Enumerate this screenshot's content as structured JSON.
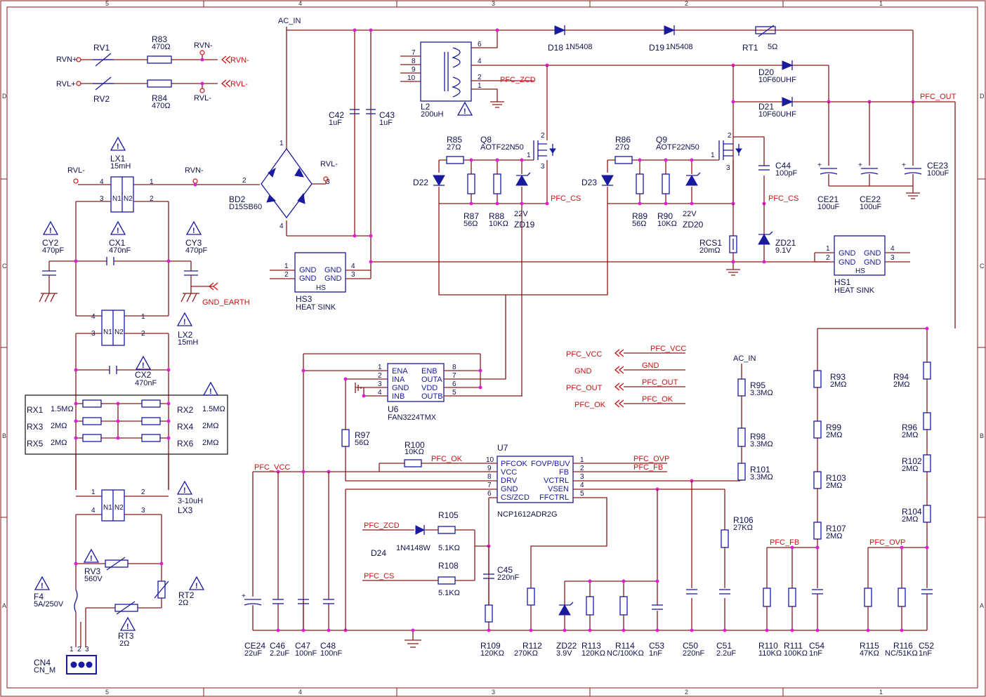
{
  "frame": {
    "col_labels": [
      "5",
      "4",
      "3",
      "2",
      "1"
    ],
    "row_labels": [
      "D",
      "C",
      "B",
      "A"
    ]
  },
  "nets": {
    "ac_in": "AC_IN",
    "ac_in2": "AC_IN",
    "rvn_plus": "RVN+",
    "rvl_plus": "RVL+",
    "rvn_minus_a": "RVN-",
    "rvl_minus_a": "RVL-",
    "rvn_minus_b": "RVN-",
    "rvl_minus_b": "RVL-",
    "rvl_minus_c": "RVL-",
    "rvn_minus_c": "RVN-",
    "rvl_minus_d": "RVL-",
    "gnd_earth": "GND_EARTH",
    "pfc_zcd": "PFC_ZCD",
    "pfc_cs_1": "PFC_CS",
    "pfc_cs_2": "PFC_CS",
    "pfc_out_1": "PFC_OUT",
    "pfc_vcc_l": "PFC_VCC",
    "pfc_vcc_r": "PFC_VCC",
    "gnd_l": "GND",
    "gnd_r": "GND",
    "pfc_out_l": "PFC_OUT",
    "pfc_out_r": "PFC_OUT",
    "pfc_ok_l": "PFC_OK",
    "pfc_ok_r": "PFC_OK",
    "pfc_vcc_bus": "PFC_VCC",
    "pfc_ok_u7": "PFC_OK",
    "pfc_ovp_u7": "PFC_OVP",
    "pfc_fb_u7": "PFC_FB",
    "pfc_zcd_2": "PFC_ZCD",
    "pfc_cs_3": "PFC_CS",
    "pfc_fb_r": "PFC_FB",
    "pfc_ovp_r": "PFC_OVP"
  },
  "parts": {
    "rv1": {
      "ref": "RV1"
    },
    "rv2": {
      "ref": "RV2"
    },
    "r83": {
      "ref": "R83",
      "val": "470Ω"
    },
    "r84": {
      "ref": "R84",
      "val": "470Ω"
    },
    "lx1": {
      "ref": "LX1",
      "val": "15mH"
    },
    "lx2": {
      "ref": "LX2",
      "val": "15mH"
    },
    "lx3": {
      "ref": "LX3",
      "val": "3-10uH"
    },
    "cy2": {
      "ref": "CY2",
      "val": "470pF"
    },
    "cy3": {
      "ref": "CY3",
      "val": "470pF"
    },
    "cx1": {
      "ref": "CX1",
      "val": "470nF"
    },
    "cx2": {
      "ref": "CX2",
      "val": "470nF"
    },
    "rx1": {
      "ref": "RX1",
      "val": "1.5MΩ"
    },
    "rx2": {
      "ref": "RX2",
      "val": "1.5MΩ"
    },
    "rx3": {
      "ref": "RX3",
      "val": "2MΩ"
    },
    "rx4": {
      "ref": "RX4",
      "val": "2MΩ"
    },
    "rx5": {
      "ref": "RX5",
      "val": "2MΩ"
    },
    "rx6": {
      "ref": "RX6",
      "val": "2MΩ"
    },
    "rv3": {
      "ref": "RV3",
      "val": "560V"
    },
    "rt2": {
      "ref": "RT2",
      "val": "2Ω"
    },
    "rt3": {
      "ref": "RT3",
      "val": "2Ω"
    },
    "f4": {
      "ref": "F4",
      "val": "5A/250V"
    },
    "cn4": {
      "ref": "CN4",
      "val": "CN_M"
    },
    "bd2": {
      "ref": "BD2",
      "val": "D15SB60"
    },
    "c42": {
      "ref": "C42",
      "val": "1uF"
    },
    "c43": {
      "ref": "C43",
      "val": "1uF"
    },
    "hs3": {
      "ref": "HS3",
      "val": "HEAT SINK",
      "pin": "GND",
      "tag": "HS"
    },
    "hs1": {
      "ref": "HS1",
      "val": "HEAT SINK",
      "pin": "GND",
      "tag": "HS"
    },
    "l2": {
      "ref": "L2",
      "val": "200uH"
    },
    "d18": {
      "ref": "D18",
      "val": "1N5408"
    },
    "d19": {
      "ref": "D19",
      "val": "1N5408"
    },
    "rt1": {
      "ref": "RT1",
      "val": "5Ω"
    },
    "d20": {
      "ref": "D20",
      "val": "10F60UHF"
    },
    "d21": {
      "ref": "D21",
      "val": "10F60UHF"
    },
    "r85": {
      "ref": "R85",
      "val": "27Ω"
    },
    "r86": {
      "ref": "R86",
      "val": "27Ω"
    },
    "q8": {
      "ref": "Q8",
      "val": "AOTF22N50"
    },
    "q9": {
      "ref": "Q9",
      "val": "AOTF22N50"
    },
    "d22": {
      "ref": "D22"
    },
    "d23": {
      "ref": "D23"
    },
    "r87": {
      "ref": "R87",
      "val": "56Ω"
    },
    "r88": {
      "ref": "R88",
      "val": "10KΩ"
    },
    "zd19": {
      "ref": "ZD19",
      "val": "22V"
    },
    "r89": {
      "ref": "R89",
      "val": "56Ω"
    },
    "r90": {
      "ref": "R90",
      "val": "10KΩ"
    },
    "zd20": {
      "ref": "ZD20",
      "val": "22V"
    },
    "c44": {
      "ref": "C44",
      "val": "100pF"
    },
    "rcs1": {
      "ref": "RCS1",
      "val": "20mΩ"
    },
    "zd21": {
      "ref": "ZD21",
      "val": "9.1V"
    },
    "ce21": {
      "ref": "CE21",
      "val": "100uF"
    },
    "ce22": {
      "ref": "CE22",
      "val": "100uF"
    },
    "ce23": {
      "ref": "CE23",
      "val": "100uF"
    },
    "u6": {
      "ref": "U6",
      "val": "FAN3224TMX",
      "pins_l": [
        "ENA",
        "INA",
        "GND",
        "INB"
      ],
      "pins_r": [
        "ENB",
        "OUTA",
        "VDD",
        "OUTB"
      ]
    },
    "r97": {
      "ref": "R97",
      "val": "56Ω"
    },
    "r100": {
      "ref": "R100",
      "val": "10KΩ"
    },
    "u7": {
      "ref": "U7",
      "val": "NCP1612ADR2G",
      "pins_l": [
        "PFCOK",
        "VCC",
        "DRV",
        "GND",
        "CS/ZCD"
      ],
      "pins_r": [
        "FOVP/BUV",
        "FB",
        "VCTRL",
        "VSEN",
        "FFCTRL"
      ]
    },
    "d24": {
      "ref": "D24",
      "val": "1N4148W"
    },
    "r105": {
      "ref": "R105",
      "val": "5.1KΩ"
    },
    "r108": {
      "ref": "R108",
      "val": "5.1KΩ"
    },
    "c45": {
      "ref": "C45",
      "val": "220nF"
    },
    "r95": {
      "ref": "R95",
      "val": "3.3MΩ"
    },
    "r98": {
      "ref": "R98",
      "val": "3.3MΩ"
    },
    "r101": {
      "ref": "R101",
      "val": "3.3MΩ"
    },
    "r106": {
      "ref": "R106",
      "val": "27KΩ"
    },
    "r93": {
      "ref": "R93",
      "val": "2MΩ"
    },
    "r99": {
      "ref": "R99",
      "val": "2MΩ"
    },
    "r103": {
      "ref": "R103",
      "val": "2MΩ"
    },
    "r107": {
      "ref": "R107",
      "val": "2MΩ"
    },
    "r94": {
      "ref": "R94",
      "val": "2MΩ"
    },
    "r96": {
      "ref": "R96",
      "val": "2MΩ"
    },
    "r102": {
      "ref": "R102",
      "val": "2MΩ"
    },
    "r104": {
      "ref": "R104",
      "val": "2MΩ"
    },
    "ce24": {
      "ref": "CE24",
      "val": "22uF"
    },
    "c46": {
      "ref": "C46",
      "val": "2.2uF"
    },
    "c47": {
      "ref": "C47",
      "val": "100nF"
    },
    "c48": {
      "ref": "C48",
      "val": "100nF"
    },
    "r109": {
      "ref": "R109",
      "val": "120KΩ"
    },
    "r112": {
      "ref": "R112",
      "val": "270KΩ"
    },
    "zd22": {
      "ref": "ZD22",
      "val": "3.9V"
    },
    "r113": {
      "ref": "R113",
      "val": "120KΩ"
    },
    "r114": {
      "ref": "R114",
      "val": "NC/100KΩ"
    },
    "c53": {
      "ref": "C53",
      "val": "1nF"
    },
    "c50": {
      "ref": "C50",
      "val": "220nF"
    },
    "c51": {
      "ref": "C51",
      "val": "2.2uF"
    },
    "r110": {
      "ref": "R110",
      "val": "110KΩ"
    },
    "r111": {
      "ref": "R111",
      "val": "100KΩ"
    },
    "c54": {
      "ref": "C54",
      "val": "1nF"
    },
    "r115": {
      "ref": "R115",
      "val": "47KΩ"
    },
    "r116": {
      "ref": "R116",
      "val": "NC/51KΩ"
    },
    "c52": {
      "ref": "C52",
      "val": "1nF"
    }
  }
}
